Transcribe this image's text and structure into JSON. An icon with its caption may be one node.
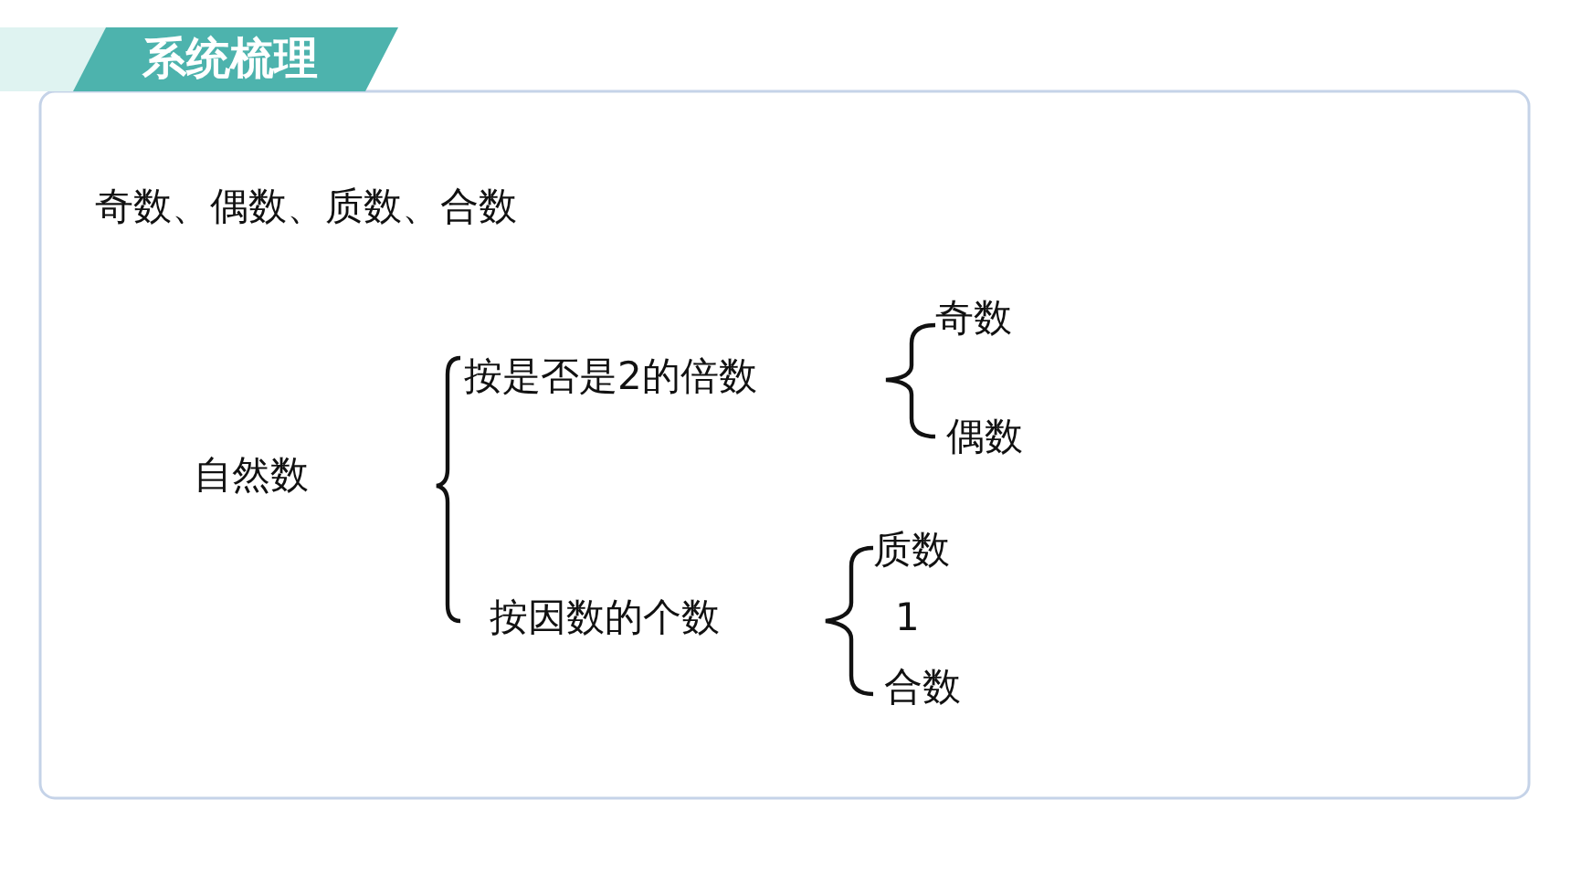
{
  "diagram": {
    "nodes": [
      {
        "text": [
          "系统梳理"
        ]
      }
    ],
    "labels": [
      "奇数、偶数、质数、合数",
      "奇数",
      "按是否是2的倍数",
      "偶数",
      "自然数",
      "质数",
      "1",
      "按因数的个数",
      "合数"
    ]
  }
}
